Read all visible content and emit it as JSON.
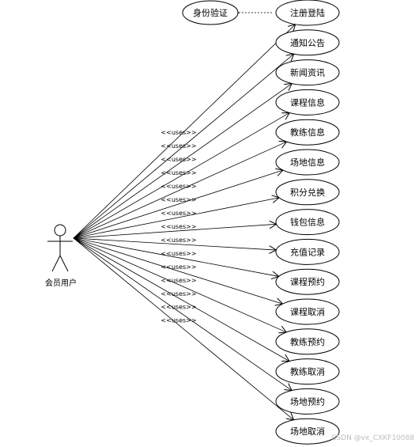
{
  "actor": {
    "label": "会员用户"
  },
  "auth_usecase": {
    "label": "身份验证"
  },
  "usecases": [
    {
      "label": "注册登陆"
    },
    {
      "label": "通知公告"
    },
    {
      "label": "新闻资讯"
    },
    {
      "label": "课程信息"
    },
    {
      "label": "教练信息"
    },
    {
      "label": "场地信息"
    },
    {
      "label": "积分兑换"
    },
    {
      "label": "钱包信息"
    },
    {
      "label": "充值记录"
    },
    {
      "label": "课程预约"
    },
    {
      "label": "课程取消"
    },
    {
      "label": "教练预约"
    },
    {
      "label": "教练取消"
    },
    {
      "label": "场地预约"
    },
    {
      "label": "场地取消"
    }
  ],
  "relation_label": "<<uses>>",
  "watermark": "CSDN @vx_CXKF10088"
}
